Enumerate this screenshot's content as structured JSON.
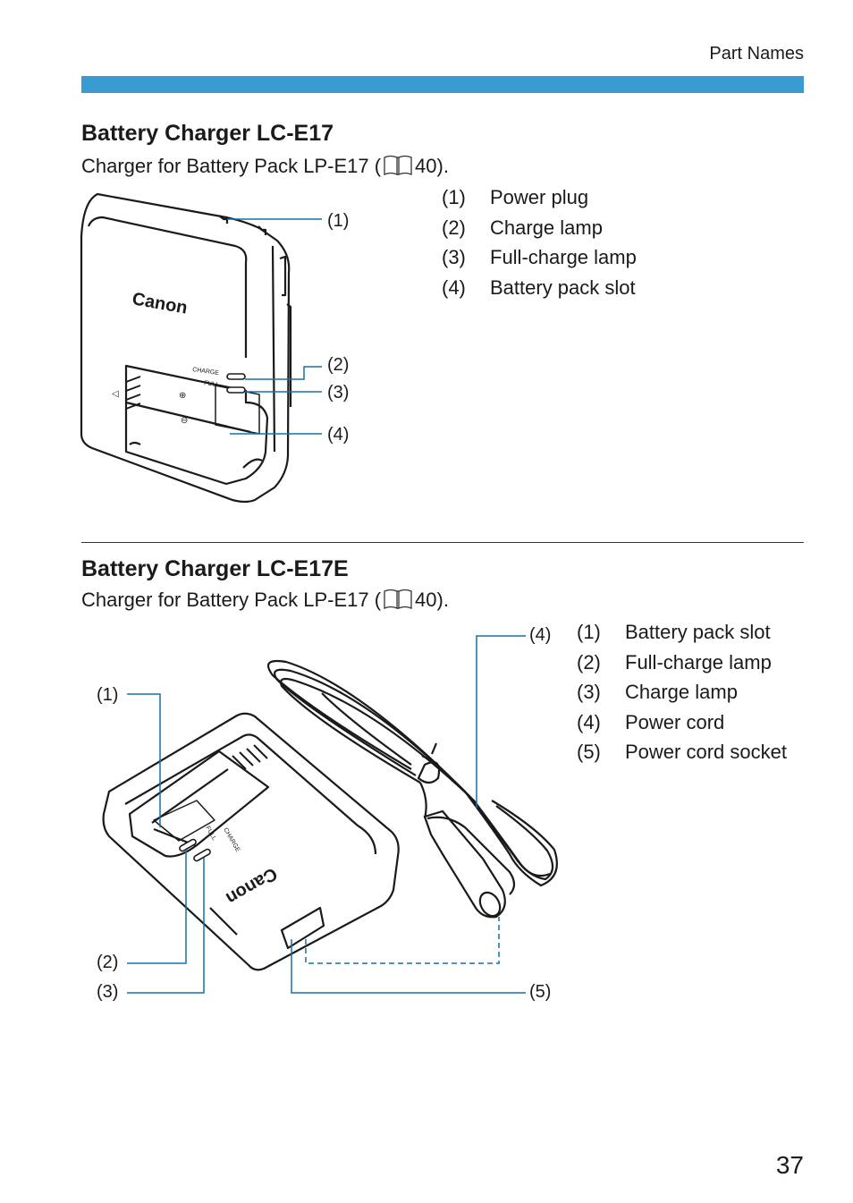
{
  "header": {
    "section_label": "Part Names"
  },
  "colors": {
    "accent_bar": "#3a9bd0",
    "callout_line": "#1b6fa8"
  },
  "charger1": {
    "title": "Battery Charger LC-E17",
    "subtitle_prefix": "Charger for Battery Pack LP-E17 (",
    "subtitle_suffix": "40).",
    "icon": "book-icon",
    "callouts": [
      "(1)",
      "(2)",
      "(3)",
      "(4)"
    ],
    "parts": [
      {
        "num": "(1)",
        "label": "Power plug"
      },
      {
        "num": "(2)",
        "label": "Charge lamp"
      },
      {
        "num": "(3)",
        "label": "Full-charge lamp"
      },
      {
        "num": "(4)",
        "label": "Battery pack slot"
      }
    ],
    "device_logo": "Canon",
    "device_text_charge": "CHARGE",
    "device_text_full": "FULL"
  },
  "charger2": {
    "title": "Battery Charger LC-E17E",
    "subtitle_prefix": "Charger for Battery Pack LP-E17 (",
    "subtitle_suffix": "40).",
    "icon": "book-icon",
    "callouts": [
      "(1)",
      "(2)",
      "(3)",
      "(4)",
      "(5)"
    ],
    "parts": [
      {
        "num": "(1)",
        "label": "Battery pack slot"
      },
      {
        "num": "(2)",
        "label": "Full-charge lamp"
      },
      {
        "num": "(3)",
        "label": "Charge lamp"
      },
      {
        "num": "(4)",
        "label": "Power cord"
      },
      {
        "num": "(5)",
        "label": "Power cord socket"
      }
    ],
    "device_logo": "Canon",
    "device_text_charge": "CHARGE",
    "device_text_full": "FULL"
  },
  "page_number": "37"
}
